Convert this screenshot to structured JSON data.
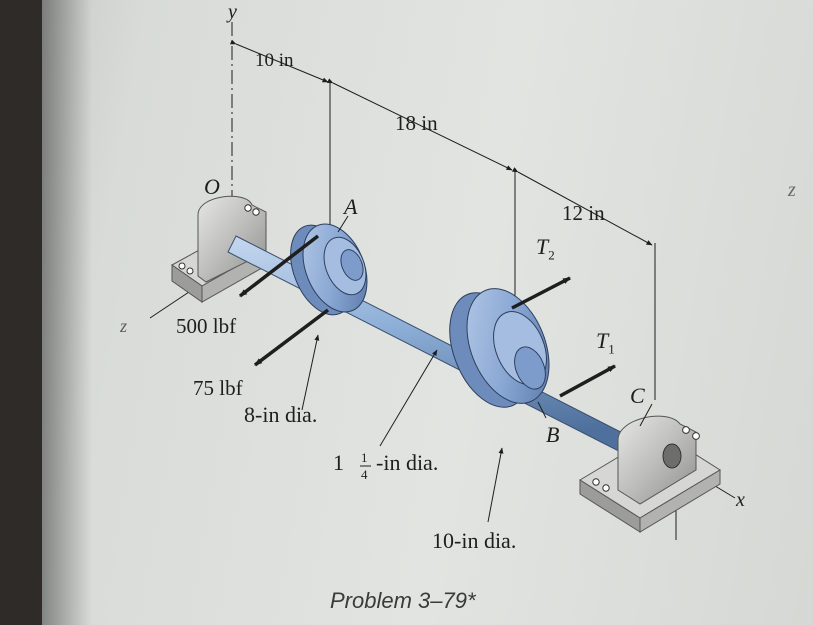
{
  "axes": {
    "y": "y",
    "x": "x",
    "z": "z",
    "z_right": "z",
    "origin": "O"
  },
  "dimensions": {
    "d1": "10 in",
    "d2": "18 in",
    "d3": "12 in"
  },
  "points": {
    "A": "A",
    "B": "B",
    "C": "C"
  },
  "forces": {
    "f500": "500 lbf",
    "f75": "75 lbf",
    "t2_letter": "T",
    "t2_sub": "2",
    "t1_letter": "T",
    "t1_sub": "1"
  },
  "notes": {
    "pulley_a_dia": "8-in dia.",
    "shaft_whole": "1",
    "shaft_num": "1",
    "shaft_den": "4",
    "shaft_rest": "-in dia.",
    "pulley_b_dia": "10-in dia."
  },
  "caption": "Problem 3–79*",
  "colors": {
    "shaft": "#8fb0d8",
    "pulley": "#8aa8d4",
    "bearing": "#b8b8b6",
    "ink": "#1e1e1e"
  }
}
